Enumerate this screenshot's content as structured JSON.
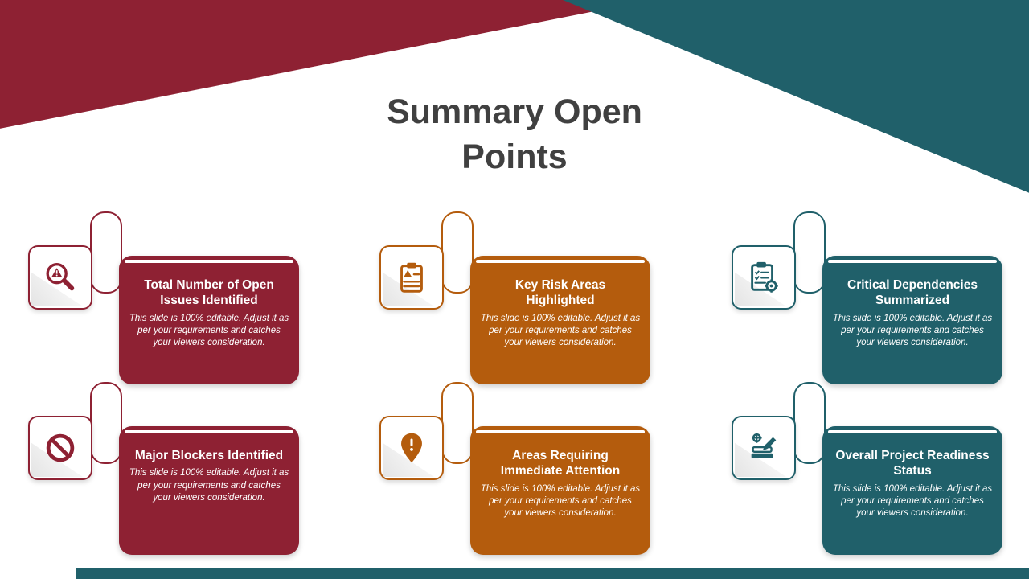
{
  "slide": {
    "title": "Summary Open Points",
    "editable_note": "This slide is 100% editable. Adjust it as per your requirements and catches your viewers consideration."
  },
  "colors": {
    "maroon": "#8e2133",
    "orange": "#b45c0d",
    "teal": "#20606a",
    "title_text": "#404040",
    "background": "#ffffff"
  },
  "cards": [
    {
      "title": "Total Number of Open Issues Identified",
      "description": "This slide is 100% editable. Adjust it as per your requirements and catches your viewers consideration.",
      "icon": "search-alert-icon",
      "color": "maroon"
    },
    {
      "title": "Key Risk Areas Highlighted",
      "description": "This slide is 100% editable. Adjust it as per your requirements and catches your viewers consideration.",
      "icon": "risk-clipboard-icon",
      "color": "orange"
    },
    {
      "title": "Critical Dependencies Summarized",
      "description": "This slide is 100% editable. Adjust it as per your requirements and catches your viewers consideration.",
      "icon": "checklist-gear-icon",
      "color": "teal"
    },
    {
      "title": "Major Blockers Identified",
      "description": "This slide is 100% editable. Adjust it as per your requirements and catches your viewers consideration.",
      "icon": "blocked-icon",
      "color": "maroon"
    },
    {
      "title": "Areas Requiring Immediate Attention",
      "description": "This slide is 100% editable. Adjust it as per your requirements and catches your viewers consideration.",
      "icon": "location-alert-icon",
      "color": "orange"
    },
    {
      "title": "Overall Project Readiness Status",
      "description": "This slide is 100% editable. Adjust it as per your requirements and catches your viewers consideration.",
      "icon": "book-gear-icon",
      "color": "teal"
    }
  ]
}
